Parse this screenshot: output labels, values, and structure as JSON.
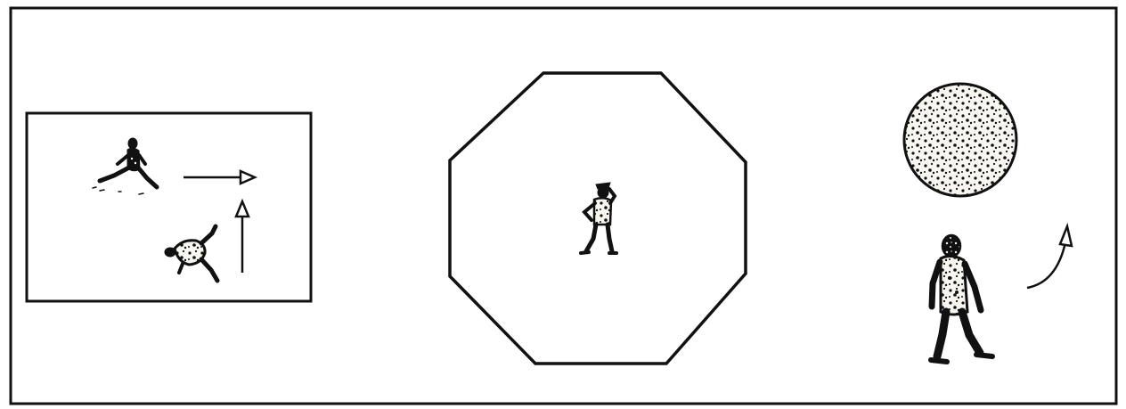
{
  "colors": {
    "ink": "#111111",
    "paper": "#f7f6f1",
    "background": "#ffffff"
  },
  "panels": {
    "left": {
      "shape": "rectangle",
      "figures": [
        "leaping-figure",
        "crawling-figure"
      ],
      "arrows": [
        "right-arrow",
        "up-arrow"
      ]
    },
    "center": {
      "shape": "octagon",
      "figures": [
        "standing-figure-with-hat"
      ]
    },
    "right": {
      "shape": "none",
      "figures": [
        "walking-figure",
        "speckled-sphere"
      ],
      "arrows": [
        "curved-arrow"
      ]
    }
  }
}
